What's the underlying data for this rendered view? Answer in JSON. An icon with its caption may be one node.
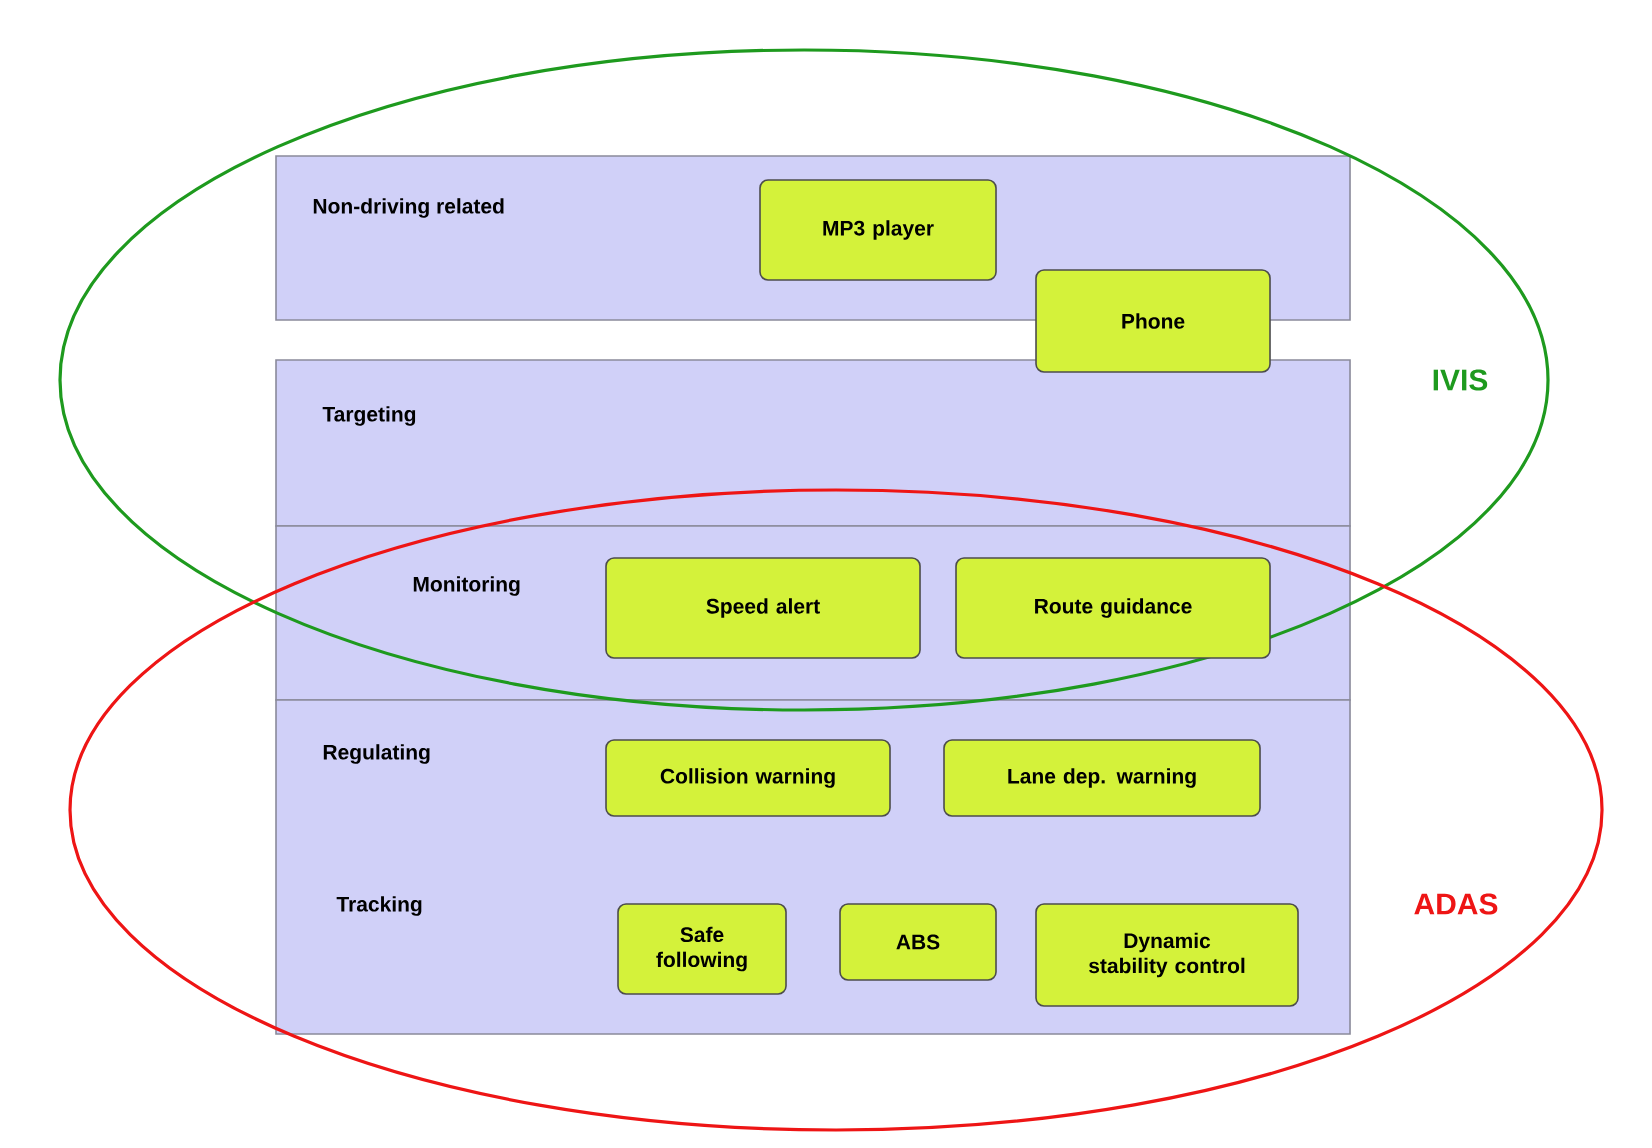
{
  "diagram": {
    "nodes": [
      {
        "text": [
          "IVIS"
        ]
      },
      {
        "text": [
          "Non-driving related"
        ],
        "in": 0
      },
      {
        "text": [
          "MP3 player"
        ],
        "in": 1
      },
      {
        "text": [
          "Phone"
        ],
        "in": 0
      },
      {
        "text": [
          "Targeting"
        ],
        "in": 0
      },
      {
        "text": [
          "Monitoring"
        ]
      },
      {
        "text": [
          "Speed alert"
        ],
        "in": 5
      },
      {
        "text": [
          "Route guidance"
        ],
        "in": 5
      },
      {
        "text": [
          "ADAS"
        ]
      },
      {
        "text": [
          "Regulating",
          "Tracking"
        ],
        "in": 8
      },
      {
        "text": [
          "Collision warning"
        ],
        "in": 9
      },
      {
        "text": [
          "Lane dep. warning"
        ],
        "in": 9
      },
      {
        "text": [
          "Safe following"
        ],
        "in": 9
      },
      {
        "text": [
          "ABS"
        ],
        "in": 9
      },
      {
        "text": [
          "Dynamic stability control"
        ],
        "in": 9
      }
    ]
  }
}
